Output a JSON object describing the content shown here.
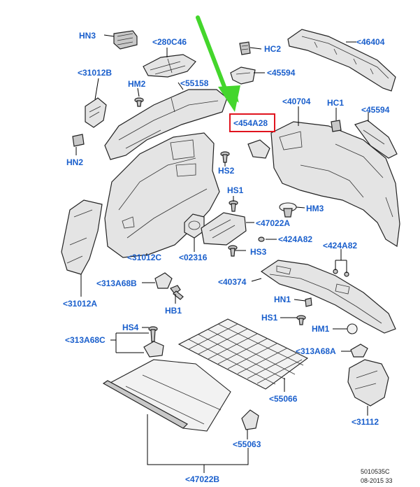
{
  "colors": {
    "label": "#1a5fcc",
    "highlight_box": "#e0141e",
    "arrow": "#44d62c",
    "leader": "#000000",
    "part_fill": "#e4e4e4"
  },
  "highlight": "<454A28",
  "labels": {
    "hn3": "HN3",
    "l280c46": "<280C46",
    "hc2": "HC2",
    "l46404": "<46404",
    "l31012b": "<31012B",
    "hm2": "HM2",
    "l55158": "<55158",
    "l45594_top": "<45594",
    "l40704": "<40704",
    "hc1": "HC1",
    "l45594_right": "<45594",
    "l454a28": "<454A28",
    "hn2": "HN2",
    "hs2": "HS2",
    "hs1_top": "HS1",
    "hm3": "HM3",
    "l47022a": "<47022A",
    "l424a82_mid": "<424A82",
    "l424a82_right": "<424A82",
    "l31012c": "<31012C",
    "l02316": "<02316",
    "hs3": "HS3",
    "l313a68b": "<313A68B",
    "l40374": "<40374",
    "l31012a": "<31012A",
    "hb1": "HB1",
    "hn1": "HN1",
    "hs1_bottom": "HS1",
    "hs4": "HS4",
    "hm1": "HM1",
    "l313a68c": "<313A68C",
    "l313a68a": "<313A68A",
    "l55066": "<55066",
    "l31112": "<31112",
    "l55063": "<55063",
    "l47022b": "<47022B"
  },
  "footer": {
    "ref": "5010535C",
    "date": "08-2015 33"
  }
}
